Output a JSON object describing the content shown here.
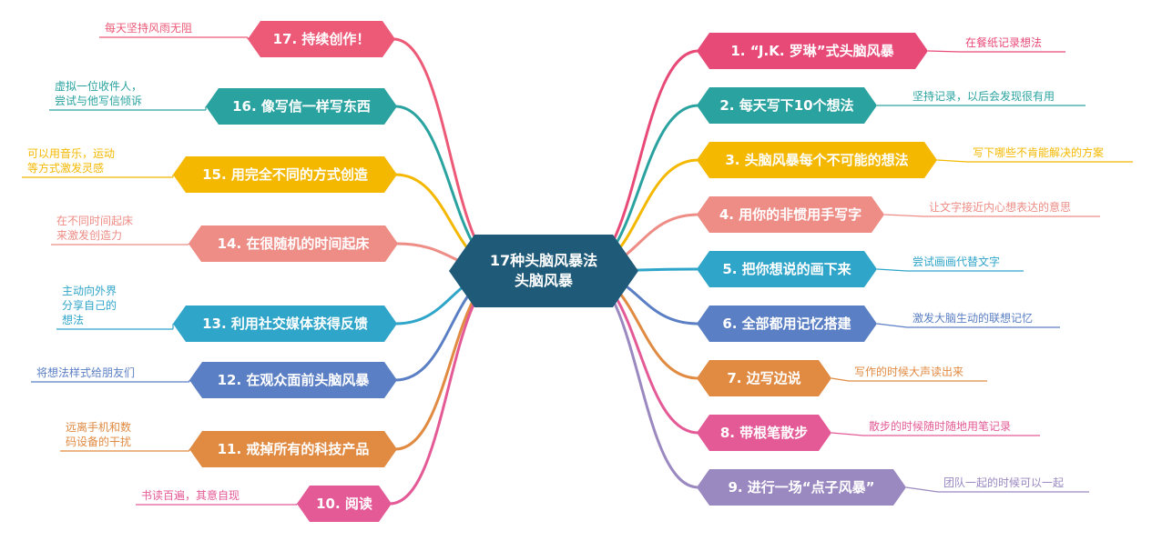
{
  "center": {
    "line1": "17种头脑风暴法",
    "line2": "头脑风暴",
    "color": "#1f5a78"
  },
  "right": [
    {
      "label": "1. “J.K. 罗琳”式头脑风暴",
      "note": [
        "在餐纸记录想法"
      ],
      "color": "#e84a78"
    },
    {
      "label": "2. 每天写下10个想法",
      "note": [
        "坚持记录，以后会发现很有用"
      ],
      "color": "#2aa3a0"
    },
    {
      "label": "3. 头脑风暴每个不可能的想法",
      "note": [
        "写下哪些不肯能解决的方案"
      ],
      "color": "#f4b800"
    },
    {
      "label": "4. 用你的非惯用手写字",
      "note": [
        "让文字接近内心想表达的意思"
      ],
      "color": "#ee8c86"
    },
    {
      "label": "5. 把你想说的画下来",
      "note": [
        "尝试画画代替文字"
      ],
      "color": "#2fa5c9"
    },
    {
      "label": "6. 全部都用记忆搭建",
      "note": [
        "激发大脑生动的联想记忆"
      ],
      "color": "#5b7fc4"
    },
    {
      "label": "7. 边写边说",
      "note": [
        "写作的时候大声读出来"
      ],
      "color": "#e08a42"
    },
    {
      "label": "8. 带根笔散步",
      "note": [
        "散步的时候随时随地用笔记录"
      ],
      "color": "#e45a96"
    },
    {
      "label": "9. 进行一场“点子风暴”",
      "note": [
        "团队一起的时候可以一起"
      ],
      "color": "#9a88c0"
    }
  ],
  "left": [
    {
      "label": "17. 持续创作！",
      "note": [
        "每天坚持风雨无阻"
      ],
      "color": "#ec5a78"
    },
    {
      "label": "16. 像写信一样写东西",
      "note": [
        "虚拟一位收件人，",
        "尝试与他写信倾诉"
      ],
      "color": "#2aa3a0"
    },
    {
      "label": "15. 用完全不同的方式创造",
      "note": [
        "可以用音乐，运动",
        "等方式激发灵感"
      ],
      "color": "#f4b800"
    },
    {
      "label": "14. 在很随机的时间起床",
      "note": [
        "在不同时间起床",
        "来激发创造力"
      ],
      "color": "#ee8c86"
    },
    {
      "label": "13. 利用社交媒体获得反馈",
      "note": [
        "主动向外界",
        "分享自己的",
        "想法"
      ],
      "color": "#2fa5c9"
    },
    {
      "label": "12. 在观众面前头脑风暴",
      "note": [
        "将想法样式给朋友们"
      ],
      "color": "#5b7fc4"
    },
    {
      "label": "11. 戒掉所有的科技产品",
      "note": [
        "远离手机和数",
        "码设备的干扰"
      ],
      "color": "#e08a42"
    },
    {
      "label": "10. 阅读",
      "note": [
        "书读百遍，其意自现"
      ],
      "color": "#e45a96"
    }
  ]
}
